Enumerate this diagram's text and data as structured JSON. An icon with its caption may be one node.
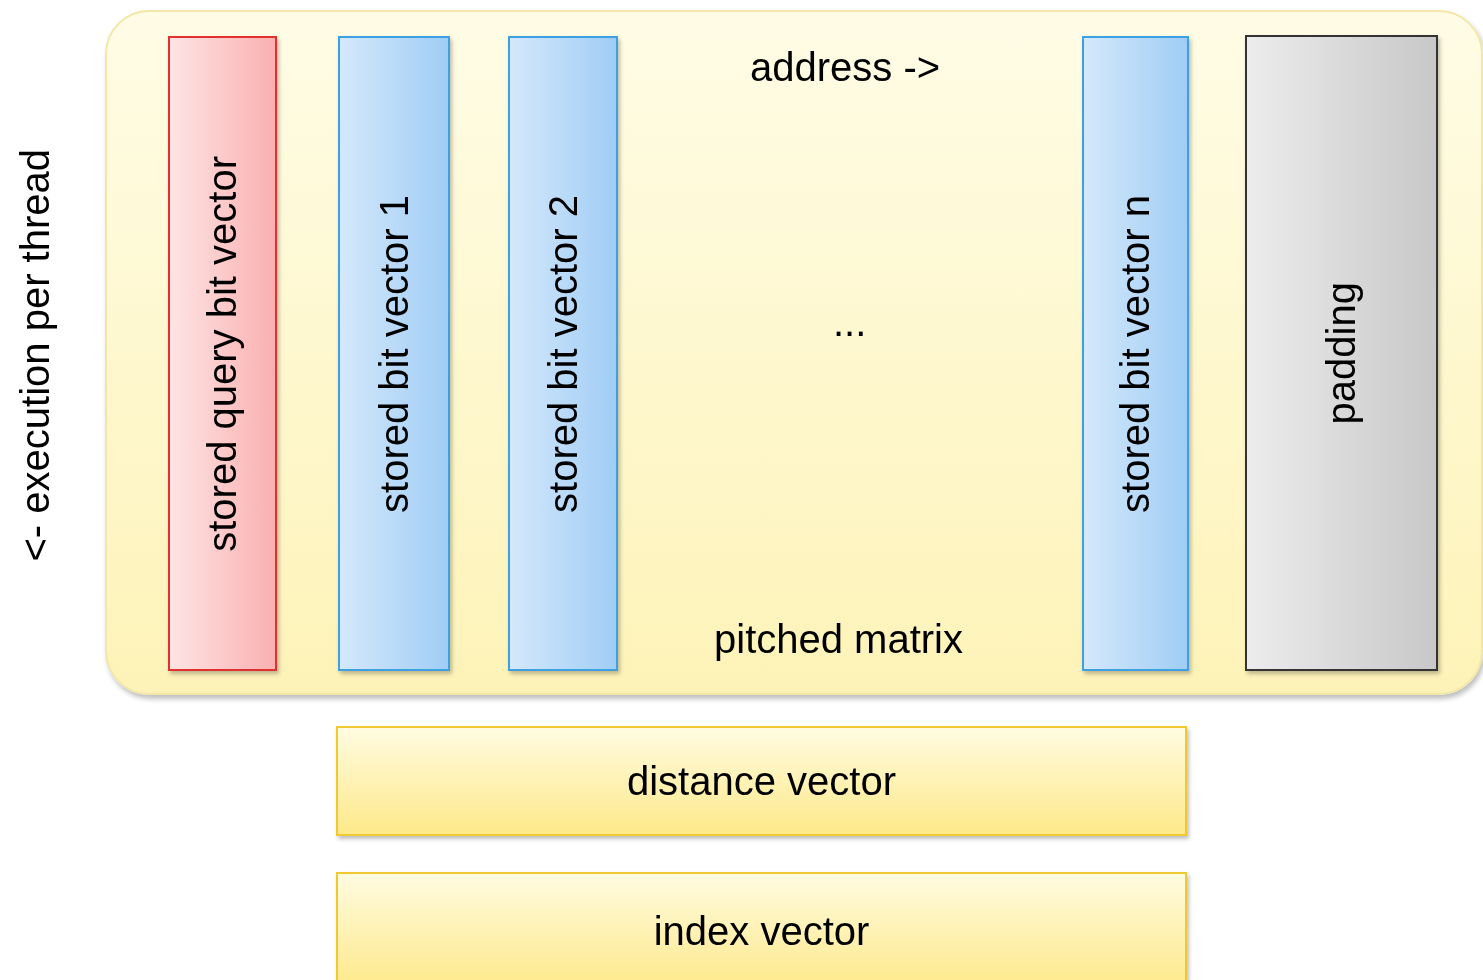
{
  "diagram": {
    "nodes": [
      {
        "text": [
          "pitched matrix"
        ]
      },
      {
        "text": [
          "stored query bit vector"
        ],
        "in": 0
      },
      {
        "text": [
          "stored bit vector 1"
        ],
        "in": 0
      },
      {
        "text": [
          "stored bit vector 2"
        ],
        "in": 0
      },
      {
        "text": [
          "stored bit vector n"
        ],
        "in": 0
      },
      {
        "text": [
          "padding"
        ],
        "in": 0
      },
      {
        "text": [
          "distance vector"
        ]
      },
      {
        "text": [
          "index vector"
        ]
      }
    ],
    "edges": [],
    "labels": [
      "<- execution per thread",
      "address ->",
      "..."
    ]
  }
}
